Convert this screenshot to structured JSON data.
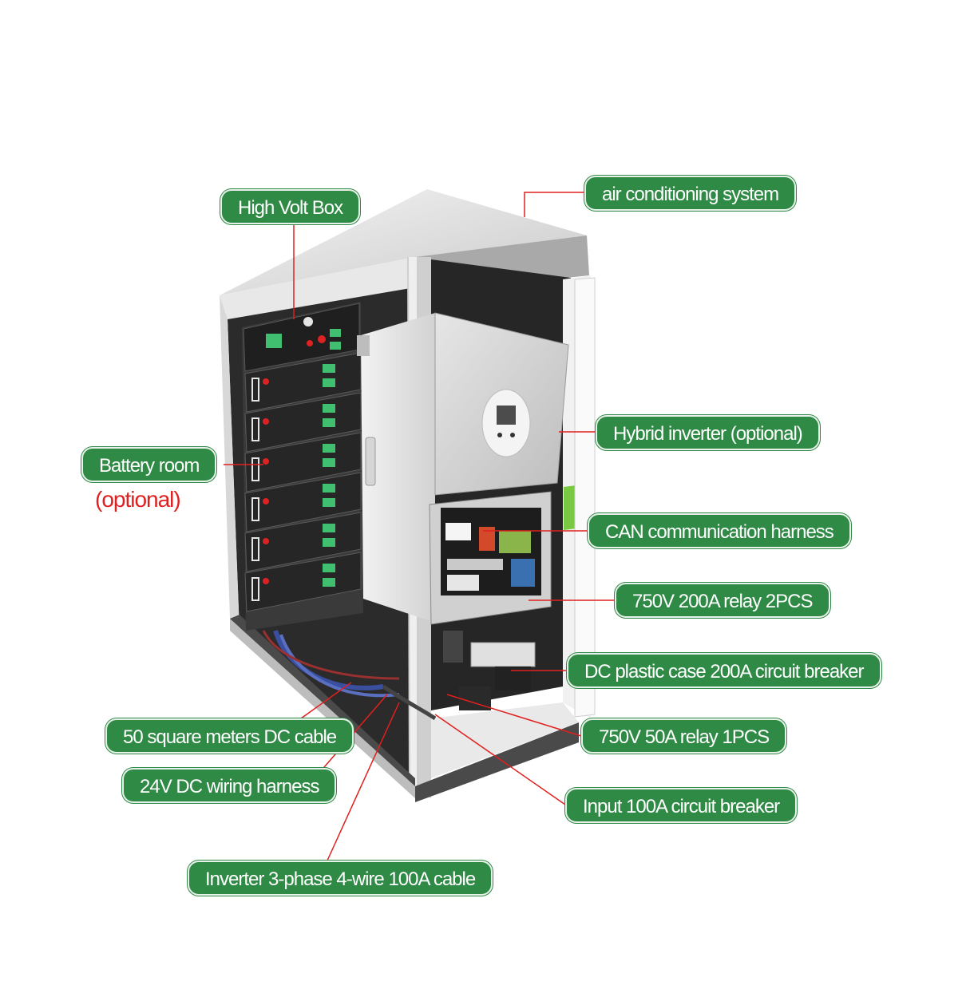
{
  "labels": {
    "high_volt_box": "High Volt Box",
    "air_conditioning": "air conditioning system",
    "battery_room": "Battery room",
    "battery_room_note": "(optional)",
    "hybrid_inverter": "Hybrid inverter (optional)",
    "can_harness": "CAN communication harness",
    "relay_200a": "750V 200A relay 2PCS",
    "dc_breaker": "DC plastic case 200A circuit breaker",
    "dc_cable": "50 square meters DC cable",
    "relay_50a": "750V 50A relay 1PCS",
    "wiring_24v": "24V DC wiring harness",
    "input_breaker": "Input 100A circuit breaker",
    "inverter_cable": "Inverter 3-phase 4-wire 100A cable"
  },
  "colors": {
    "label_bg": "#2f8a45",
    "label_text": "#ffffff",
    "leader_line": "#e0201e",
    "note_text": "#e0201e"
  }
}
